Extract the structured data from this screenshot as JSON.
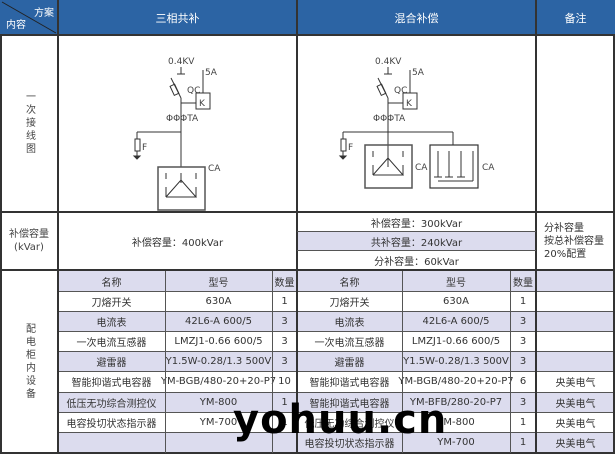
{
  "header": {
    "corner_top": "方案",
    "corner_bottom": "内容",
    "col_three_phase": "三相共补",
    "col_mixed": "混合补偿",
    "col_remarks": "备注"
  },
  "rows": {
    "wiring_label": "一次接线图",
    "capacity_label_line1": "补偿容量",
    "capacity_label_line2": "(kVar)",
    "equipment_label": "配电柜内设备"
  },
  "diagram": {
    "voltage": "0.4KV",
    "current": "5A",
    "breaker": "QC",
    "controller": "K",
    "transformer": "ΦΦΦTA",
    "arrester": "F",
    "capacitor": "CA"
  },
  "capacity": {
    "three_phase": "补偿容量：400kVar",
    "mixed_total": "补偿容量：300kVar",
    "mixed_common": "共补容量：240kVar",
    "mixed_split": "分补容量：60kVar",
    "remark_line1": "分补容量",
    "remark_line2": "按总补偿容量",
    "remark_line3": "20%配置"
  },
  "equipment": {
    "columns": [
      "名称",
      "型号",
      "数量"
    ],
    "three_phase": [
      {
        "name": "刀熔开关",
        "model": "630A",
        "qty": "1"
      },
      {
        "name": "电流表",
        "model": "42L6-A  600/5",
        "qty": "3"
      },
      {
        "name": "一次电流互感器",
        "model": "LMZJ1-0.66  600/5",
        "qty": "3"
      },
      {
        "name": "避雷器",
        "model": "Y1.5W-0.28/1.3  500V",
        "qty": "3"
      },
      {
        "name": "智能抑谐式电容器",
        "model": "YM-BGB/480-20+20-P7",
        "qty": "10"
      },
      {
        "name": "低压无功综合测控仪",
        "model": "YM-800",
        "qty": "1"
      },
      {
        "name": "电容投切状态指示器",
        "model": "YM-700",
        "qty": "1"
      },
      {
        "name": "",
        "model": "",
        "qty": ""
      }
    ],
    "mixed": [
      {
        "name": "刀熔开关",
        "model": "630A",
        "qty": "1",
        "remark": ""
      },
      {
        "name": "电流表",
        "model": "42L6-A  600/5",
        "qty": "3",
        "remark": ""
      },
      {
        "name": "一次电流互感器",
        "model": "LMZJ1-0.66  600/5",
        "qty": "3",
        "remark": ""
      },
      {
        "name": "避雷器",
        "model": "Y1.5W-0.28/1.3  500V",
        "qty": "3",
        "remark": ""
      },
      {
        "name": "智能抑谐式电容器",
        "model": "YM-BGB/480-20+20-P7",
        "qty": "6",
        "remark": "央美电气"
      },
      {
        "name": "智能抑谐式电容器",
        "model": "YM-BFB/280-20-P7",
        "qty": "3",
        "remark": "央美电气"
      },
      {
        "name": "低压无功综合测控仪",
        "model": "YM-800",
        "qty": "1",
        "remark": "央美电气"
      },
      {
        "name": "电容投切状态指示器",
        "model": "YM-700",
        "qty": "1",
        "remark": "央美电气"
      }
    ]
  },
  "watermark": "yohuu.cn",
  "colors": {
    "header_blue": "#2c64a4",
    "lavender_row": "#dcdcee",
    "border": "#333333"
  }
}
